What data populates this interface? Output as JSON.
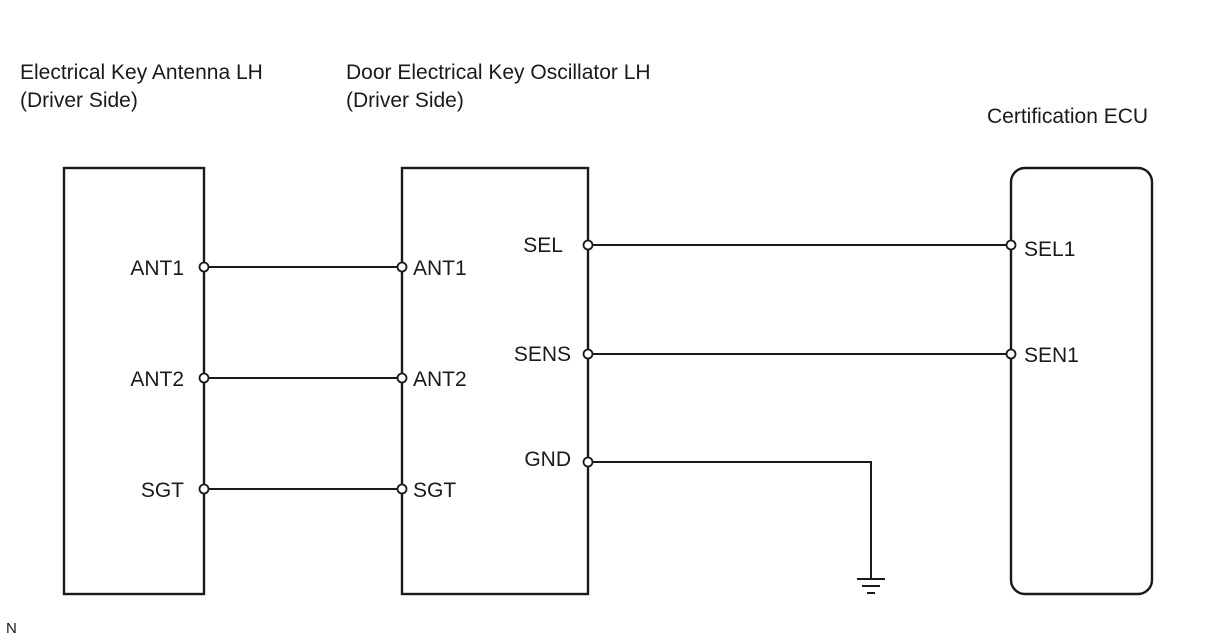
{
  "components": {
    "antenna": {
      "title_line1": "Electrical Key Antenna LH",
      "title_line2": "(Driver Side)",
      "pins": [
        "ANT1",
        "ANT2",
        "SGT"
      ]
    },
    "oscillator": {
      "title_line1": "Door Electrical Key Oscillator LH",
      "title_line2": "(Driver Side)",
      "left_pins": [
        "ANT1",
        "ANT2",
        "SGT"
      ],
      "right_pins": [
        "SEL",
        "SENS",
        "GND"
      ]
    },
    "ecu": {
      "title": "Certification ECU",
      "pins": [
        "SEL1",
        "SEN1"
      ]
    }
  },
  "footnote": "N"
}
